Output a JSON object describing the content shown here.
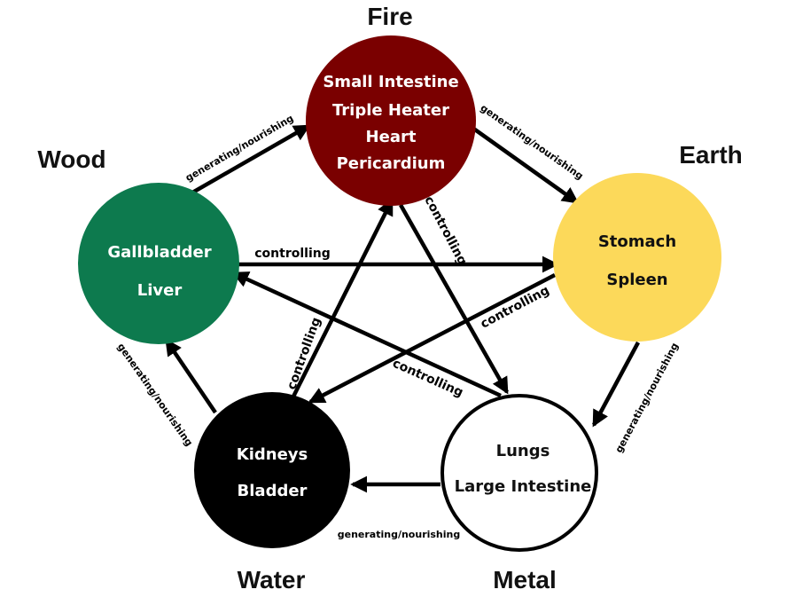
{
  "elements": {
    "fire": {
      "label": "Fire",
      "organs": [
        "Small Intestine",
        "Triple Heater",
        "Heart",
        "Pericardium"
      ],
      "fill": "#7a0000",
      "text_color": "#ffffff"
    },
    "earth": {
      "label": "Earth",
      "organs": [
        "Stomach",
        "Spleen"
      ],
      "fill": "#fcd95a",
      "text_color": "#111111"
    },
    "metal": {
      "label": "Metal",
      "organs": [
        "Lungs",
        "Large Intestine"
      ],
      "fill": "#ffffff",
      "text_color": "#111111"
    },
    "water": {
      "label": "Water",
      "organs": [
        "Kidneys",
        "Bladder"
      ],
      "fill": "#000000",
      "text_color": "#ffffff"
    },
    "wood": {
      "label": "Wood",
      "organs": [
        "Gallbladder",
        "Liver"
      ],
      "fill": "#0d7a4e",
      "text_color": "#ffffff"
    }
  },
  "relations": {
    "generating": "generating/nourishing",
    "controlling": "controlling"
  }
}
